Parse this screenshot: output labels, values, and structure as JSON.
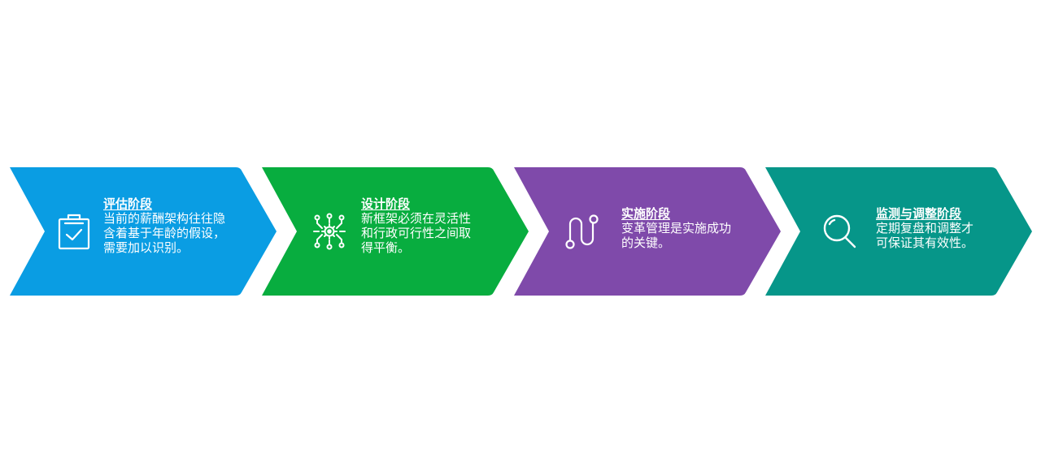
{
  "steps": [
    {
      "title": "评估阶段",
      "desc": "当前的薪酬架构往往隐\n含着基于年龄的假设，\n需要加以识别。",
      "color": "#0a9de3",
      "icon": "clipboard-check-icon"
    },
    {
      "title": "设计阶段",
      "desc": "新框架必须在灵活性\n和行政可行性之间取\n得平衡。",
      "color": "#08ad3f",
      "icon": "gear-circuit-icon"
    },
    {
      "title": "实施阶段",
      "desc": "变革管理是实施成功\n的关键。",
      "color": "#7f4aaa",
      "icon": "path-icon"
    },
    {
      "title": "监测与调整阶段",
      "desc": "定期复盘和调整才\n可保证其有效性。",
      "color": "#069689",
      "icon": "magnifier-icon"
    }
  ]
}
